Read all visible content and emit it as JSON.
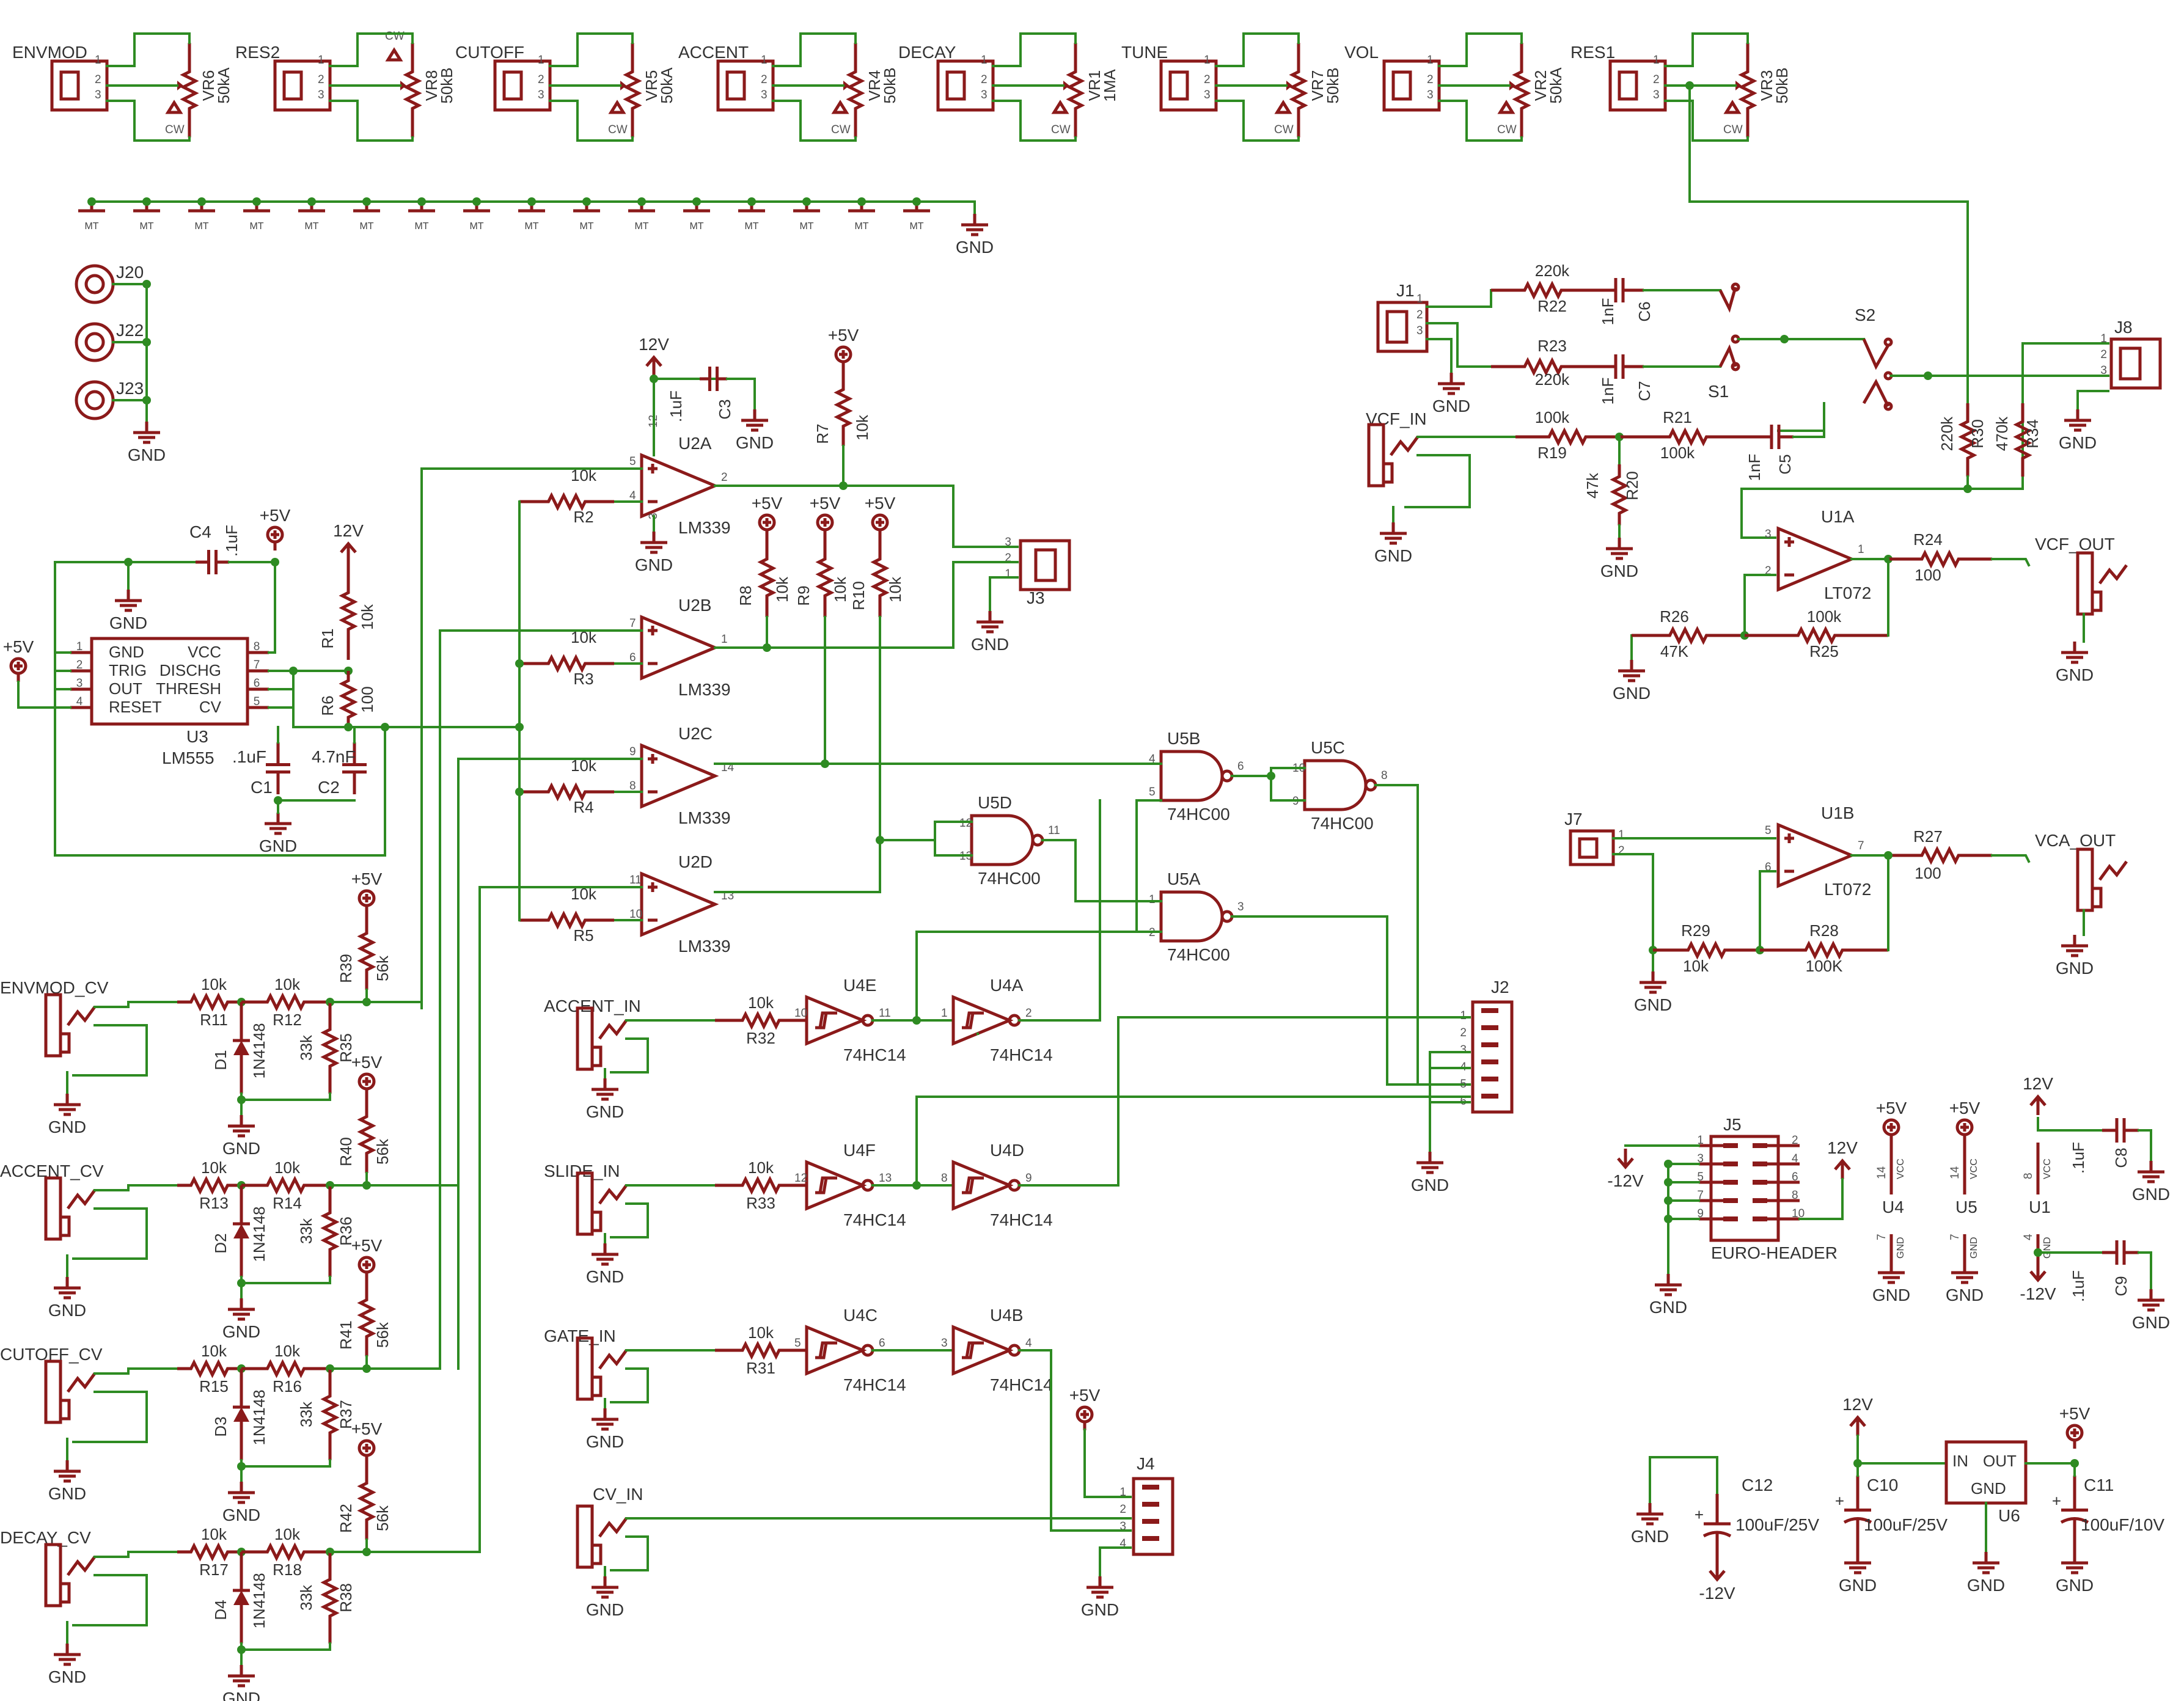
{
  "colors": {
    "wire": "#2e8b22",
    "component": "#8b1a1a",
    "text": "#333333",
    "background": "#ffffff"
  },
  "pots": [
    {
      "conn": "ENVMOD",
      "ref": "VR6",
      "value": "50kA"
    },
    {
      "conn": "RES2",
      "ref": "VR8",
      "value": "50kB"
    },
    {
      "conn": "CUTOFF",
      "ref": "VR5",
      "value": "50kA"
    },
    {
      "conn": "ACCENT",
      "ref": "VR4",
      "value": "50kB"
    },
    {
      "conn": "DECAY",
      "ref": "VR1",
      "value": "1MA"
    },
    {
      "conn": "TUNE",
      "ref": "VR7",
      "value": "50kB"
    },
    {
      "conn": "VOL",
      "ref": "VR2",
      "value": "50kA"
    },
    {
      "conn": "RES1",
      "ref": "VR3",
      "value": "50kB"
    }
  ],
  "pot_pins": [
    "1",
    "2",
    "3"
  ],
  "cw": "CW",
  "mt": "MT",
  "gnd": "GND",
  "v12": "12V",
  "vm12": "-12V",
  "v5": "+5V",
  "jacks": [
    "J20",
    "J22",
    "J23"
  ],
  "comparators": [
    {
      "ref": "U2A",
      "part": "LM339",
      "p_plus": "5",
      "p_minus": "4",
      "p_out": "2",
      "p_vcc": "12",
      "p_gnd": "3"
    },
    {
      "ref": "U2B",
      "part": "LM339",
      "p_plus": "7",
      "p_minus": "6",
      "p_out": "1"
    },
    {
      "ref": "U2C",
      "part": "LM339",
      "p_plus": "9",
      "p_minus": "8",
      "p_out": "14"
    },
    {
      "ref": "U2D",
      "part": "LM339",
      "p_plus": "11",
      "p_minus": "10",
      "p_out": "13"
    }
  ],
  "comp_inputs": [
    {
      "r": "R2",
      "v": "10k"
    },
    {
      "r": "R3",
      "v": "10k"
    },
    {
      "r": "R4",
      "v": "10k"
    },
    {
      "r": "R5",
      "v": "10k"
    }
  ],
  "c3": {
    "ref": "C3",
    "v": ".1uF"
  },
  "r7": {
    "ref": "R7",
    "v": "10k"
  },
  "pullups": [
    {
      "r": "R8",
      "v": "10k"
    },
    {
      "r": "R9",
      "v": "10k"
    },
    {
      "r": "R10",
      "v": "10k"
    }
  ],
  "j3": {
    "ref": "J3",
    "pins": [
      "3",
      "2",
      "1"
    ]
  },
  "lm555": {
    "ref": "U3",
    "part": "LM555",
    "left": [
      {
        "n": "1",
        "l": "GND"
      },
      {
        "n": "2",
        "l": "TRIG"
      },
      {
        "n": "3",
        "l": "OUT"
      },
      {
        "n": "4",
        "l": "RESET"
      }
    ],
    "right": [
      {
        "n": "8",
        "l": "VCC"
      },
      {
        "n": "7",
        "l": "DISCHG"
      },
      {
        "n": "6",
        "l": "THRESH"
      },
      {
        "n": "5",
        "l": "CV"
      }
    ]
  },
  "c4": {
    "ref": "C4",
    "v": ".1uF"
  },
  "r1": {
    "ref": "R1",
    "v": "10k"
  },
  "r6": {
    "ref": "R6",
    "v": "100"
  },
  "c1": {
    "ref": "C1",
    "v": ".1uF"
  },
  "c2": {
    "ref": "C2",
    "v": "4.7nF"
  },
  "cv_inputs": [
    {
      "jack": "ENVMOD_CV",
      "ra": "R11",
      "rb": "R12",
      "d": "D1",
      "rc": "R35",
      "rp": "R39"
    },
    {
      "jack": "ACCENT_CV",
      "ra": "R13",
      "rb": "R14",
      "d": "D2",
      "rc": "R36",
      "rp": "R40"
    },
    {
      "jack": "CUTOFF_CV",
      "ra": "R15",
      "rb": "R16",
      "d": "D3",
      "rc": "R37",
      "rp": "R41"
    },
    {
      "jack": "DECAY_CV",
      "ra": "R17",
      "rb": "R18",
      "d": "D4",
      "rc": "R38",
      "rp": "R42"
    }
  ],
  "v10k": "10k",
  "v33k": "33k",
  "v56k": "56k",
  "diode_part": "1N4148",
  "gate_inputs": [
    {
      "jack": "ACCENT_IN",
      "r": "R32",
      "v": "10k",
      "u1": "U4E",
      "u1a": "10",
      "u1b": "11",
      "u2": "U4A",
      "u2a": "1",
      "u2b": "2"
    },
    {
      "jack": "SLIDE_IN",
      "r": "R33",
      "v": "10k",
      "u1": "U4F",
      "u1a": "12",
      "u1b": "13",
      "u2": "U4D",
      "u2a": "8",
      "u2b": "9"
    },
    {
      "jack": "GATE_IN",
      "r": "R31",
      "v": "10k",
      "u1": "U4C",
      "u1a": "5",
      "u1b": "6",
      "u2": "U4B",
      "u2a": "3",
      "u2b": "4"
    }
  ],
  "hc14": "74HC14",
  "cv_in": "CV_IN",
  "j4": {
    "ref": "J4",
    "pins": [
      "1",
      "2",
      "3",
      "4"
    ]
  },
  "nands": [
    {
      "ref": "U5B",
      "pa": "4",
      "pb": "5",
      "po": "6"
    },
    {
      "ref": "U5C",
      "pa": "10",
      "pb": "9",
      "po": "8"
    },
    {
      "ref": "U5D",
      "pa": "12",
      "pb": "13",
      "po": "11"
    },
    {
      "ref": "U5A",
      "pa": "1",
      "pb": "2",
      "po": "3"
    }
  ],
  "hc00": "74HC00",
  "j2": {
    "ref": "J2",
    "pins": [
      "1",
      "2",
      "3",
      "4",
      "5",
      "6"
    ]
  },
  "j1": {
    "ref": "J1",
    "pins": [
      "1",
      "2",
      "3"
    ]
  },
  "r22": {
    "ref": "R22",
    "v": "220k"
  },
  "r23": {
    "ref": "R23",
    "v": "220k"
  },
  "c6": {
    "ref": "C6",
    "v": "1nF"
  },
  "c7": {
    "ref": "C7",
    "v": "1nF"
  },
  "s1": "S1",
  "s2": "S2",
  "j8": {
    "ref": "J8",
    "pins": [
      "1",
      "2",
      "3"
    ]
  },
  "vcf_in": "VCF_IN",
  "r19": {
    "ref": "R19",
    "v": "100k"
  },
  "r21": {
    "ref": "R21",
    "v": "100k"
  },
  "c5": {
    "ref": "C5",
    "v": "1nF"
  },
  "r20": {
    "ref": "R20",
    "v": "47k"
  },
  "r30": {
    "ref": "R30",
    "v": "220k"
  },
  "r34": {
    "ref": "R34",
    "v": "470k"
  },
  "u1a": {
    "ref": "U1A",
    "part": "LT072",
    "pp": "3",
    "pm": "2",
    "po": "1"
  },
  "u1b": {
    "ref": "U1B",
    "part": "LT072",
    "pp": "5",
    "pm": "6",
    "po": "7"
  },
  "r24": {
    "ref": "R24",
    "v": "100"
  },
  "r27": {
    "ref": "R27",
    "v": "100"
  },
  "vcf_out": "VCF_OUT",
  "vca_out": "VCA_OUT",
  "r26": {
    "ref": "R26",
    "v": "47K"
  },
  "r25": {
    "ref": "R25",
    "v": "100k"
  },
  "j7": {
    "ref": "J7",
    "pins": [
      "1",
      "2"
    ]
  },
  "r29": {
    "ref": "R29",
    "v": "10k"
  },
  "r28": {
    "ref": "R28",
    "v": "100K"
  },
  "j5": {
    "ref": "J5",
    "part": "EURO-HEADER",
    "left": [
      "1",
      "3",
      "5",
      "7",
      "9"
    ],
    "right": [
      "2",
      "4",
      "6",
      "8",
      "10"
    ]
  },
  "power_pins": [
    {
      "ref": "U4",
      "vpin": "14",
      "gpin": "7",
      "vl": "VCC",
      "gl": "GND"
    },
    {
      "ref": "U5",
      "vpin": "14",
      "gpin": "7",
      "vl": "VCC",
      "gl": "GND"
    },
    {
      "ref": "U1",
      "vpin": "8",
      "gpin": "4",
      "vl": "VCC",
      "gl": "GND"
    }
  ],
  "c8": {
    "ref": "C8",
    "v": ".1uF"
  },
  "c9": {
    "ref": "C9",
    "v": ".1uF"
  },
  "c12": {
    "ref": "C12",
    "v": "100uF/25V"
  },
  "c10": {
    "ref": "C10",
    "v": "100uF/25V"
  },
  "c11": {
    "ref": "C11",
    "v": "100uF/10V"
  },
  "u6": {
    "ref": "U6",
    "in": "IN",
    "out": "OUT",
    "gnd": "GND"
  },
  "plus": "+"
}
